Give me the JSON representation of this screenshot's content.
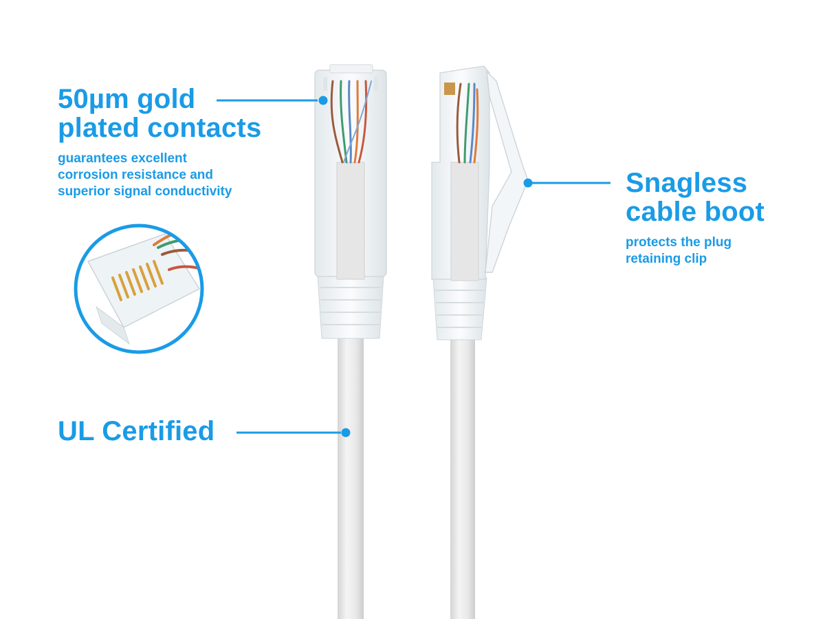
{
  "colors": {
    "accent": "#1a9be6",
    "cable": "#e8e8e8",
    "cable_shade": "#cfcfcf",
    "connector": "#eef3f5",
    "gold": "#d9a13b"
  },
  "features": {
    "gold_contacts": {
      "title_lines": [
        "50µm gold",
        "plated contacts"
      ],
      "description_lines": [
        "guarantees excellent",
        "corrosion resistance and",
        "superior signal conductivity"
      ]
    },
    "snagless_boot": {
      "title_lines": [
        "Snagless",
        "cable boot"
      ],
      "description_lines": [
        "protects the plug",
        "retaining clip"
      ]
    },
    "ul_certified": {
      "title_lines": [
        "UL Certified"
      ]
    }
  },
  "icons": {
    "detail_inset": "connector-closeup-icon",
    "callout_dot": "callout-dot-icon"
  }
}
